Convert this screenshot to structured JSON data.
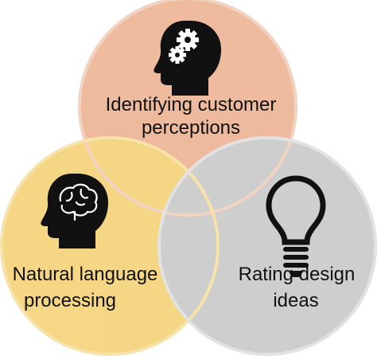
{
  "diagram": {
    "circles": [
      {
        "name": "identifying-customer-perceptions",
        "label_lines": [
          "Identifying customer",
          "perceptions"
        ],
        "fill": "#E8A47D",
        "stroke": "#F2D3C2",
        "icon": "head-gears-icon"
      },
      {
        "name": "natural-language-processing",
        "label_lines": [
          "Natural language",
          "processing"
        ],
        "fill": "#F1C95C",
        "stroke": "#F7E2AA",
        "icon": "head-brain-icon"
      },
      {
        "name": "rating-design-ideas",
        "label_lines": [
          "Rating design",
          "ideas"
        ],
        "fill": "#BEBEBE",
        "stroke": "#E2E2E2",
        "icon": "lightbulb-icon"
      }
    ]
  }
}
